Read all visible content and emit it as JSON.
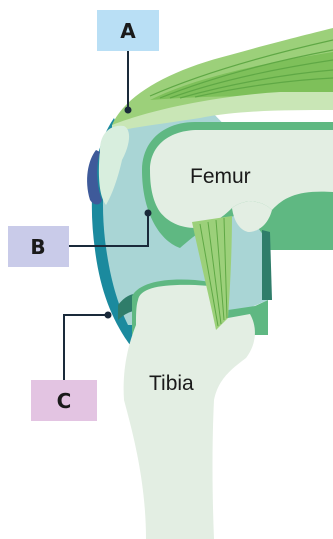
{
  "labels": {
    "a": {
      "text": "A",
      "color": "#b9dff5"
    },
    "b": {
      "text": "B",
      "color": "#c9cbe9"
    },
    "c": {
      "text": "C",
      "color": "#e3c4e2"
    }
  },
  "bones": {
    "femur": "Femur",
    "tibia": "Tibia"
  },
  "colors": {
    "bone": "#e3eee3",
    "synovial_fluid": "#a9d5d5",
    "capsule_dark": "#1b8a9e",
    "muscle": "#9cd07a",
    "cartilage": "#5fb882",
    "meniscus": "#2f7d6a",
    "bursa": "#3e5a9a",
    "leader": "#1a2a3a"
  }
}
